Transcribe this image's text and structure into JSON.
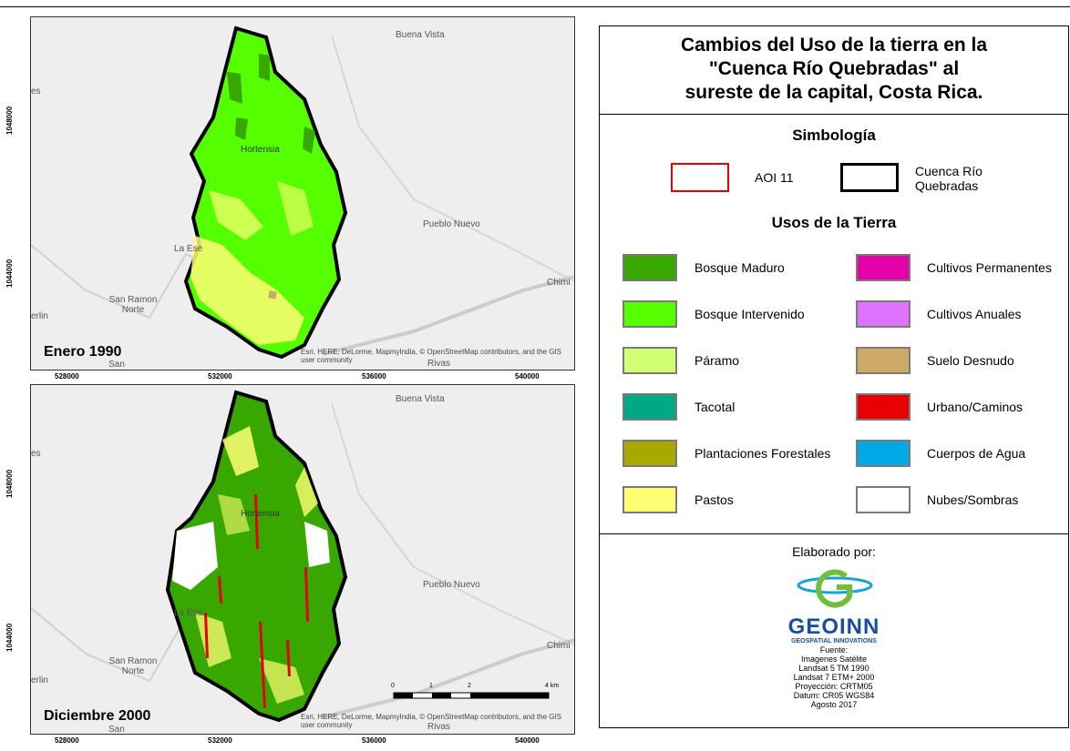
{
  "map_top": {
    "date_label": "Enero 1990",
    "places": [
      "Buena Vista",
      "Hortensia",
      "Pueblo Nuevo",
      "La Ese",
      "San Ramon Norte",
      "Chimi",
      "erlin",
      "es",
      "San",
      "Rivas"
    ],
    "attribution": "Esri, HERE, DeLorme, MapmyIndia, © OpenStreetMap contributors, and the GIS user community",
    "y_ticks": [
      "1048000",
      "1044000"
    ],
    "x_ticks": [
      "528000",
      "532000",
      "536000",
      "540000"
    ]
  },
  "map_bottom": {
    "date_label": "Diciembre 2000",
    "places": [
      "Buena Vista",
      "Hortensia",
      "Pueblo Nuevo",
      "La Ese",
      "San Ramon Norte",
      "Chimi",
      "erlin",
      "es",
      "San",
      "Rivas"
    ],
    "attribution": "Esri, HERE, DeLorme, MapmyIndia, © OpenStreetMap contributors, and the GIS user community",
    "y_ticks": [
      "1048000",
      "1044000"
    ],
    "x_ticks": [
      "528000",
      "532000",
      "536000",
      "540000"
    ],
    "scale_bar": {
      "labels": [
        "0",
        "1",
        "2",
        "4 km"
      ]
    }
  },
  "legend_panel": {
    "title_lines": [
      "Cambios del Uso de la tierra en la",
      "\"Cuenca Río Quebradas\" al",
      "sureste de la capital, Costa Rica."
    ],
    "symbology_heading": "Simbología",
    "aoi_label": "AOI 11",
    "cuenca_label_lines": [
      "Cuenca Río",
      "Quebradas"
    ],
    "land_use_heading": "Usos de la Tierra",
    "classes_left": [
      {
        "label": "Bosque Maduro",
        "color": "#38a800"
      },
      {
        "label": "Bosque Intervenido",
        "color": "#55ff00"
      },
      {
        "label": "Páramo",
        "color": "#d1ff73"
      },
      {
        "label": "Tacotal",
        "color": "#00a884"
      },
      {
        "label": "Plantaciones Forestales",
        "color": "#a8a800"
      },
      {
        "label": "Pastos",
        "color": "#ffff73"
      }
    ],
    "classes_right": [
      {
        "label": "Cultivos Permanentes",
        "color": "#e600a9"
      },
      {
        "label": "Cultivos Anuales",
        "color": "#df73ff"
      },
      {
        "label": "Suelo Desnudo",
        "color": "#cdaa66"
      },
      {
        "label": "Urbano/Caminos",
        "color": "#e60000"
      },
      {
        "label": "Cuerpos de Agua",
        "color": "#00a9e6"
      },
      {
        "label": "Nubes/Sombras",
        "color": "#ffffff"
      }
    ],
    "credit_heading": "Elaborado por:",
    "logo_name": "GEOINN",
    "logo_tagline": "GEOSPATIAL INNOVATIONS",
    "source_lines": [
      "Fuente:",
      "Imagenes Satélite",
      "Landsat 5 TM 1990",
      "Landsat 7 ETM+ 2000",
      "Proyección: CRTM05",
      "Datum: CR05 WGS84",
      "Agosto 2017"
    ]
  },
  "colors": {
    "outline": "#000000",
    "aoi": "#e60000"
  }
}
